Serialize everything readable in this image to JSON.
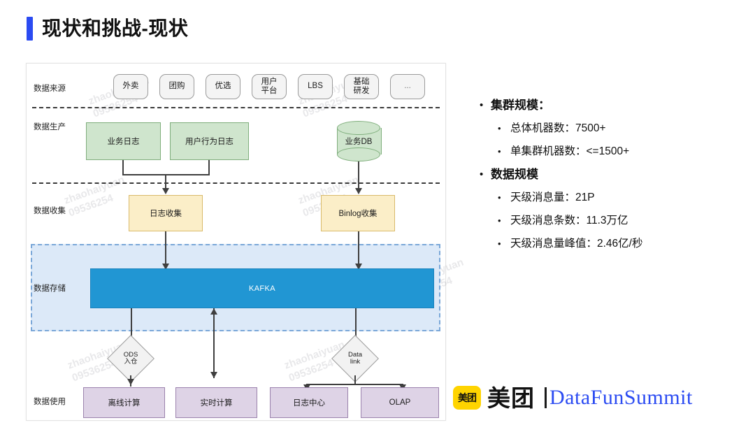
{
  "title": "现状和挑战-现状",
  "diagram": {
    "rows": [
      {
        "label": "数据来源"
      },
      {
        "label": "数据生产"
      },
      {
        "label": "数据收集"
      },
      {
        "label": "数据存储"
      },
      {
        "label": "数据使用"
      }
    ],
    "sources": [
      {
        "label": "外卖"
      },
      {
        "label": "团购"
      },
      {
        "label": "优选"
      },
      {
        "label": "用户\n平台"
      },
      {
        "label": "LBS"
      },
      {
        "label": "基础\n研发"
      },
      {
        "label": "..."
      }
    ],
    "source_labels": {
      "waimai": "外卖",
      "tuangou": "团购",
      "youxuan": "优选",
      "yonghu_line1": "用户",
      "yonghu_line2": "平台",
      "lbs": "LBS",
      "jichu_line1": "基础",
      "jichu_line2": "研发",
      "more": "..."
    },
    "production": {
      "biz_log": "业务日志",
      "user_behavior_log": "用户行为日志",
      "biz_db": "业务DB"
    },
    "collection": {
      "log_collect": "日志收集",
      "binlog_collect": "Binlog收集"
    },
    "storage": {
      "kafka": "KAFKA"
    },
    "gateways": {
      "ods_line1": "ODS",
      "ods_line2": "入仓",
      "datalink_line1": "Data",
      "datalink_line2": "link"
    },
    "usage": {
      "offline": "离线计算",
      "realtime": "实时计算",
      "log_center": "日志中心",
      "olap": "OLAP"
    },
    "watermark_line1": "zhaohaiyuan",
    "watermark_line2": "09536254"
  },
  "bullets": [
    {
      "level": 1,
      "text": "集群规模："
    },
    {
      "level": 2,
      "text": "总体机器数：7500+"
    },
    {
      "level": 2,
      "text": "单集群机器数：<=1500+"
    },
    {
      "level": 1,
      "text": "数据规模"
    },
    {
      "level": 2,
      "text": "天级消息量：21P"
    },
    {
      "level": 2,
      "text": "天级消息条数：11.3万亿"
    },
    {
      "level": 2,
      "text": "天级消息量峰值：2.46亿/秒"
    }
  ],
  "footer": {
    "meituan_badge": "美团",
    "meituan_word": "美团",
    "datafunsummit": "DataFunSummit"
  },
  "colors": {
    "accent_blue": "#2b4bf2",
    "kafka_blue": "#2196d3",
    "band_blue": "#dce9f8",
    "green": "#cfe5cd",
    "yellow": "#fbeec8",
    "purple": "#ded3e6",
    "meituan_yellow": "#ffd400"
  }
}
